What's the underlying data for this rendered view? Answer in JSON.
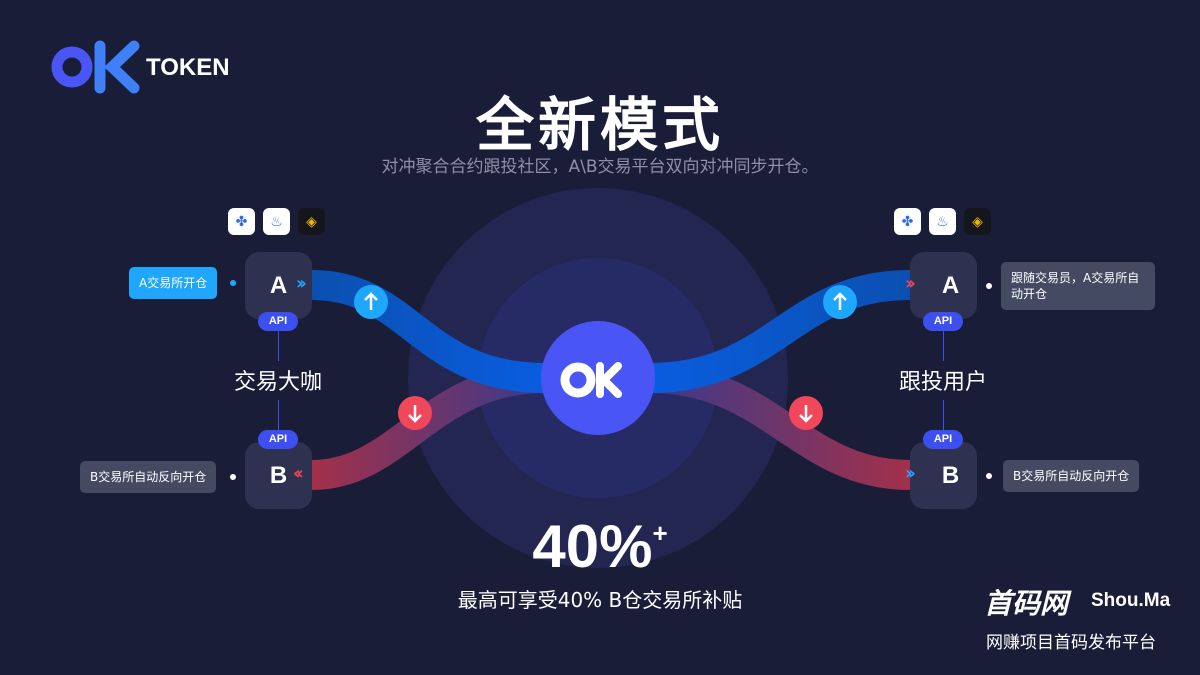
{
  "brand": {
    "name": "TOKEN"
  },
  "header": {
    "title": "全新模式",
    "subtitle": "对冲聚合合约跟投社区，A\\B交易平台双向对冲同步开仓。"
  },
  "exchanges": [
    "okex-icon",
    "huobi-icon",
    "binance-icon"
  ],
  "left": {
    "role": "交易大咖",
    "node_a": "A",
    "node_b": "B",
    "api": "API",
    "tag_a": "A交易所开仓",
    "tag_b": "B交易所自动反向开仓"
  },
  "right": {
    "role": "跟投用户",
    "node_a": "A",
    "node_b": "B",
    "api": "API",
    "tag_a": "跟随交易员，A交易所自动开仓",
    "tag_b": "B交易所自动反向开仓"
  },
  "stat": {
    "value": "40%",
    "suffix": "+",
    "caption": "最高可享受40% B仓交易所补贴"
  },
  "watermark": {
    "logo": "首码网",
    "site": "Shou.Ma",
    "slogan": "网赚项目首码发布平台"
  },
  "colors": {
    "bg": "#1a1d38",
    "blue": "#1ea7fd",
    "red": "#f0475a",
    "api": "#3d4ff0"
  }
}
